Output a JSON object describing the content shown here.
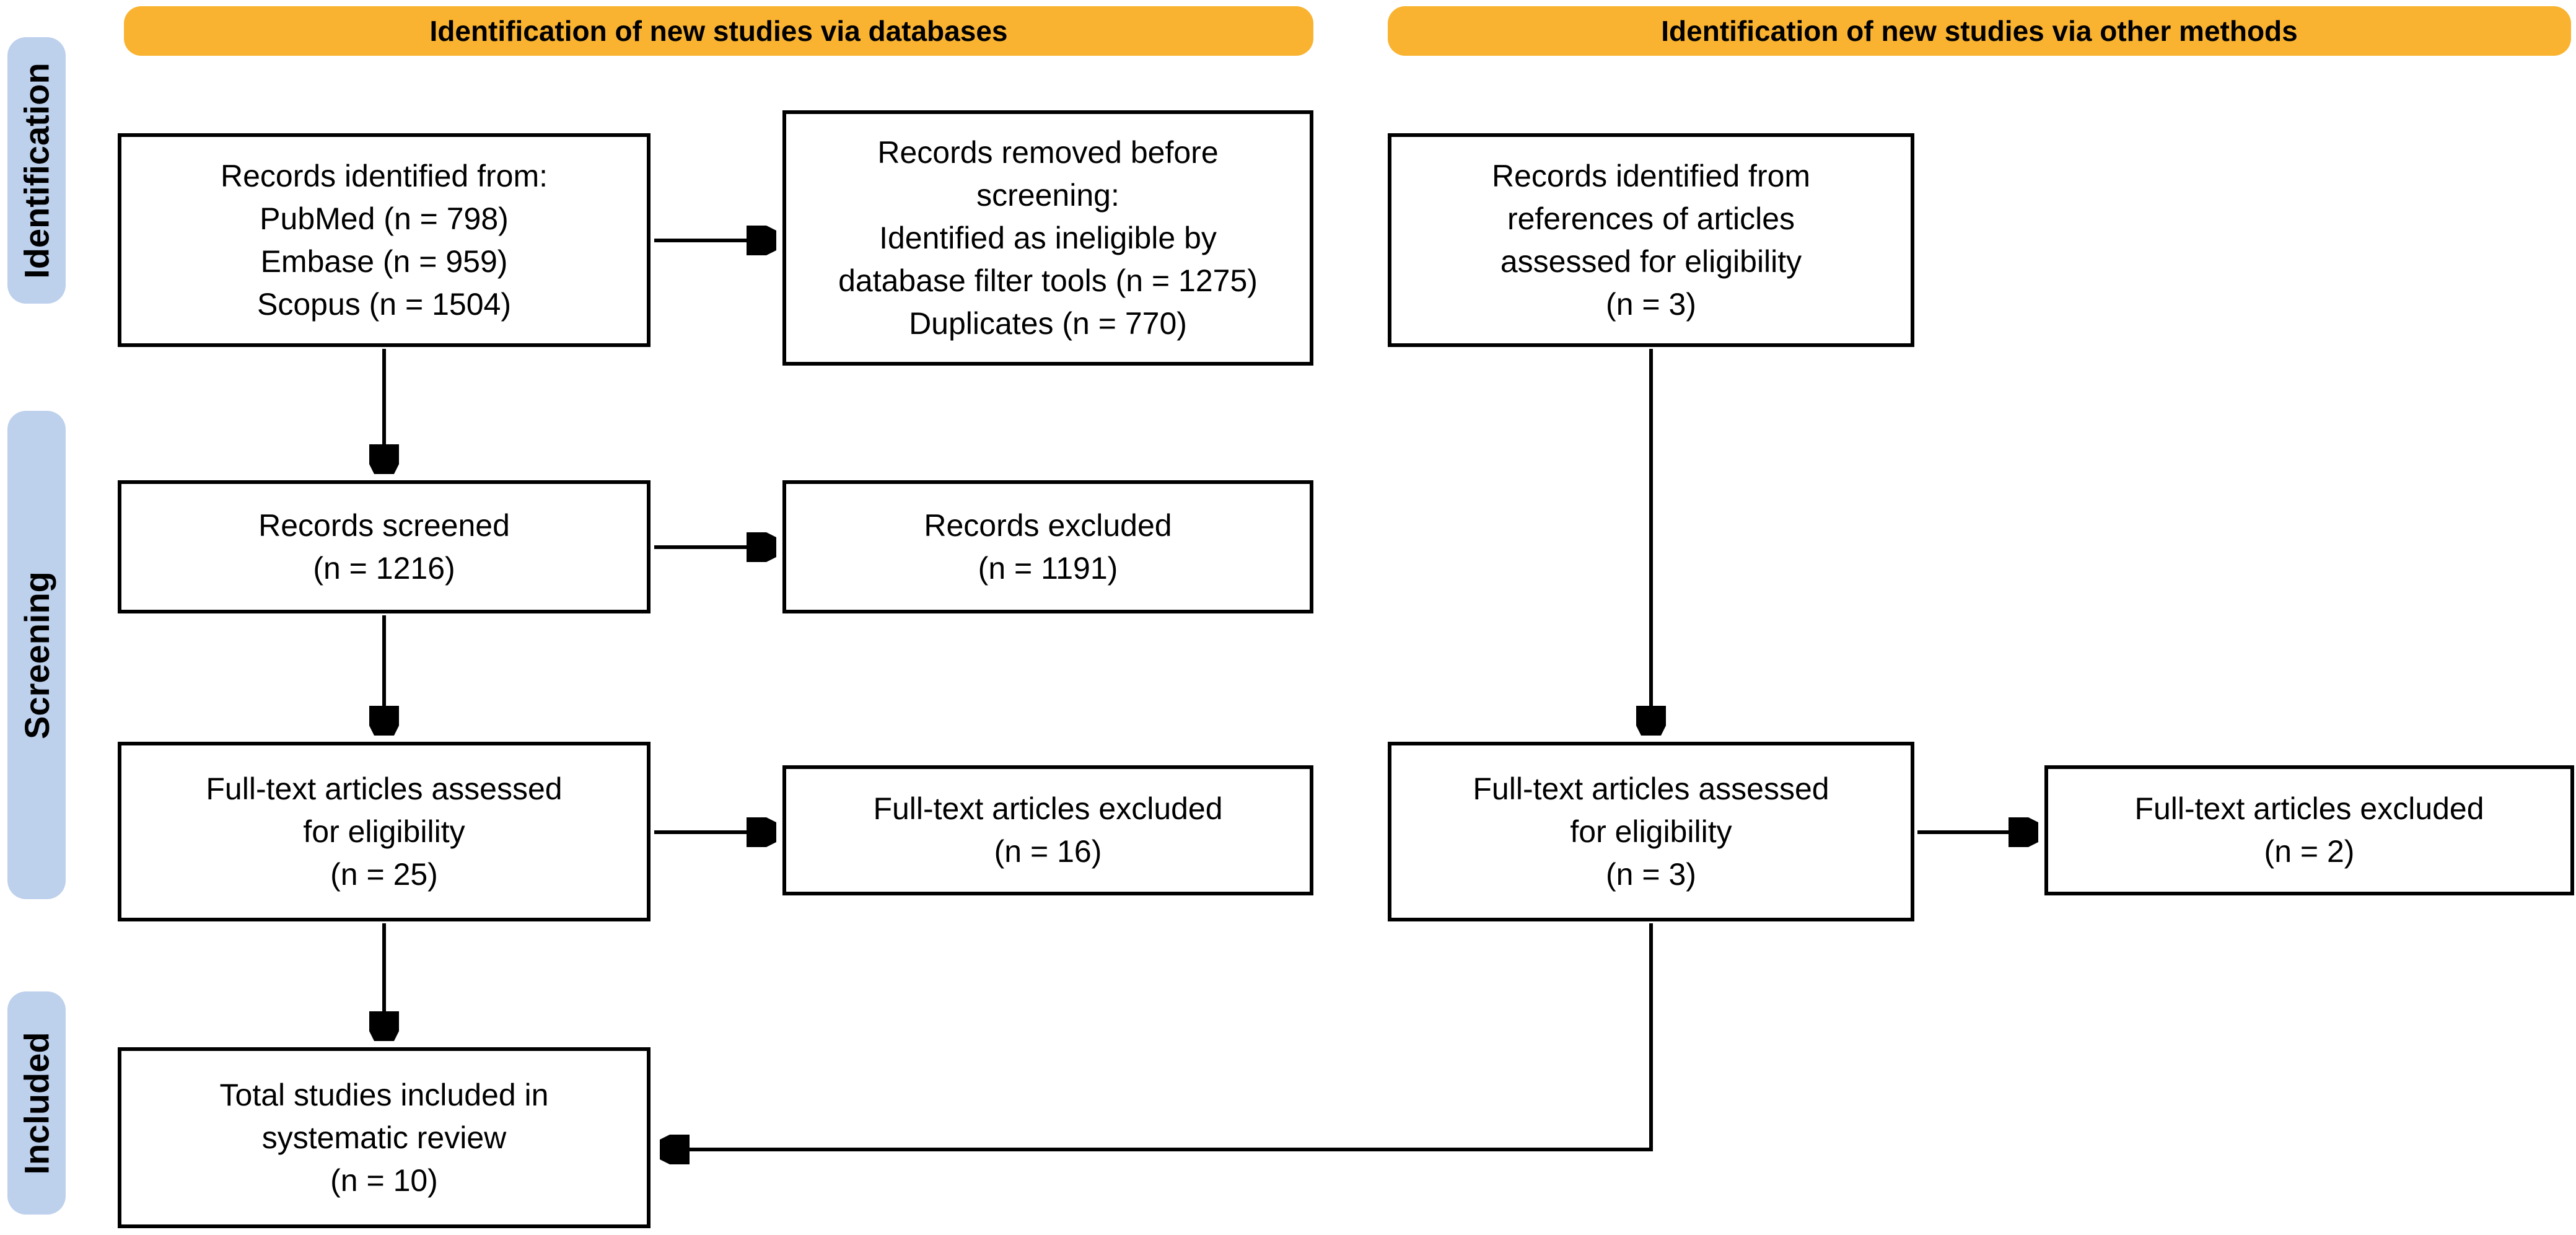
{
  "banners": {
    "databases": "Identification of new studies via databases",
    "other_methods": "Identification of new studies via other methods"
  },
  "stages": {
    "identification": "Identification",
    "screening": "Screening",
    "included": "Included"
  },
  "boxes": {
    "records_identified_db": "Records identified from:\nPubMed (n = 798)\nEmbase (n = 959)\nScopus (n = 1504)",
    "records_removed": "Records removed before\nscreening:\nIdentified as ineligible by\ndatabase filter tools (n = 1275)\nDuplicates (n = 770)",
    "records_screened": "Records screened\n(n = 1216)",
    "records_excluded": "Records excluded\n(n = 1191)",
    "fulltext_assessed_db": "Full-text articles assessed\nfor eligibility\n(n = 25)",
    "fulltext_excluded_db": "Full-text articles excluded\n(n = 16)",
    "total_included": "Total studies included in\nsystematic review\n(n = 10)",
    "records_identified_refs": "Records identified from\nreferences of articles\nassessed for eligibility\n(n = 3)",
    "fulltext_assessed_refs": "Full-text articles assessed\nfor eligibility\n(n = 3)",
    "fulltext_excluded_refs": "Full-text articles excluded\n(n = 2)"
  },
  "colors": {
    "banner_bg": "#F9B331",
    "stage_bg": "#BDD0EC",
    "box_border": "#000000",
    "arrow": "#000000"
  }
}
